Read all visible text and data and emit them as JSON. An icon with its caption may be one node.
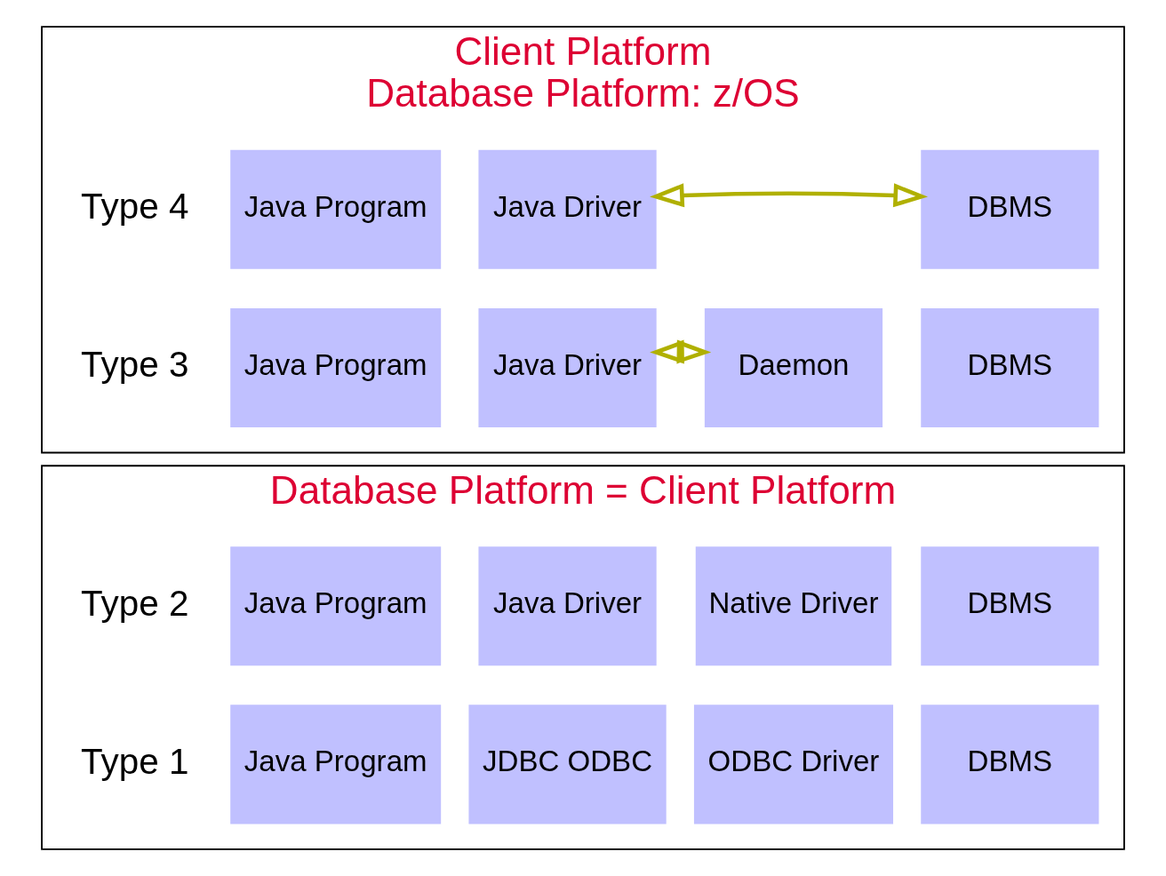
{
  "diagram": {
    "nodes": [
      {
        "text": [
          "Database Platform = Client Platform"
        ]
      },
      {
        "text": [
          "Java Program"
        ],
        "in": 0
      },
      {
        "text": [
          "JDBC ODBC"
        ],
        "in": 0
      },
      {
        "text": [
          "ODBC Driver"
        ],
        "in": 0
      },
      {
        "text": [
          "DBMS"
        ],
        "in": 0
      },
      {
        "text": [
          "Java Program"
        ],
        "in": 0
      },
      {
        "text": [
          "Java Driver"
        ],
        "in": 0
      },
      {
        "text": [
          "Native Driver"
        ],
        "in": 0
      },
      {
        "text": [
          "DBMS"
        ],
        "in": 0
      },
      {
        "text": [
          "Client Platform",
          "Database Platform: z/OS"
        ]
      },
      {
        "text": [
          "Java Program"
        ],
        "in": 9
      },
      {
        "text": [
          "Java Driver"
        ],
        "in": 9
      },
      {
        "text": [
          "Daemon"
        ],
        "in": 9
      },
      {
        "text": [
          "DBMS"
        ],
        "in": 9
      },
      {
        "text": [
          "Java Program"
        ],
        "in": 9
      },
      {
        "text": [
          "Java Driver"
        ],
        "in": 9
      },
      {
        "text": [
          "DBMS"
        ],
        "in": 9
      }
    ],
    "edges": [
      {
        "from": 11,
        "to": 12,
        "arrow": "both"
      },
      {
        "from": 15,
        "to": 16,
        "arrow": "both"
      }
    ],
    "labels": [
      "Type 1",
      "Type 2",
      "Type 3",
      "Type 4"
    ]
  }
}
